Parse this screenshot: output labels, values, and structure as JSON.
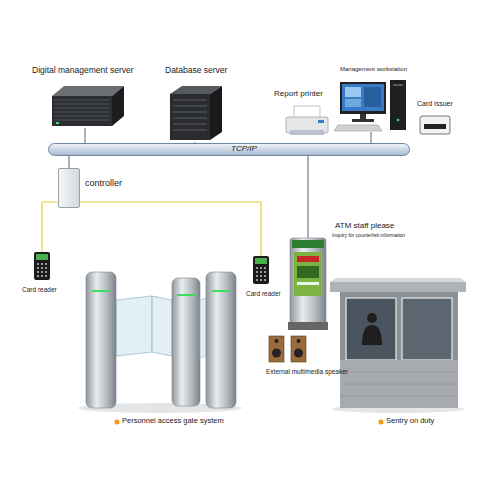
{
  "diagram": {
    "nodes": [
      {
        "text": [
          "Digital management server"
        ]
      },
      {
        "text": [
          "Database server"
        ]
      },
      {
        "text": [
          "Management workstation"
        ]
      },
      {
        "text": [
          "Report printer"
        ]
      },
      {
        "text": [
          "Card issuer"
        ]
      },
      {
        "text": [
          "TCP/IP"
        ]
      },
      {
        "text": [
          "controller"
        ]
      },
      {
        "text": [
          "Card reader"
        ]
      },
      {
        "text": [
          "Card reader"
        ]
      },
      {
        "text": [
          "ATM staff please",
          "Inquiry for counterfeit information"
        ]
      },
      {
        "text": [
          "External multimedia speaker"
        ]
      },
      {
        "text": [
          "Personnel access gate system"
        ]
      },
      {
        "text": [
          "Sentry on duty"
        ]
      }
    ],
    "edges": [
      {
        "from": 0,
        "to": 5,
        "arrow": "none"
      },
      {
        "from": 1,
        "to": 5,
        "arrow": "none"
      },
      {
        "from": 2,
        "to": 5,
        "arrow": "none"
      },
      {
        "from": 5,
        "to": 6,
        "arrow": "none"
      },
      {
        "from": 6,
        "to": 7,
        "arrow": "none"
      },
      {
        "from": 6,
        "to": 8,
        "arrow": "none"
      },
      {
        "from": 5,
        "to": 9,
        "arrow": "none"
      }
    ]
  }
}
